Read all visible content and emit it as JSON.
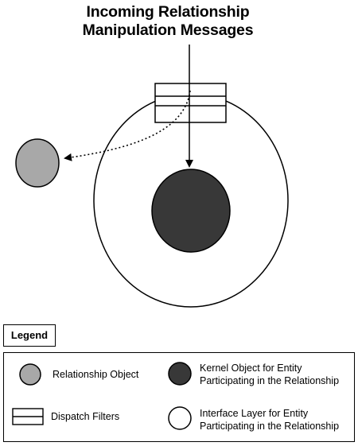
{
  "title": {
    "line1": "Incoming Relationship",
    "line2": "Manipulation Messages"
  },
  "legend": {
    "title": "Legend",
    "items": [
      {
        "icon": "light-gray-circle",
        "label": "Relationship Object"
      },
      {
        "icon": "dark-circle",
        "label_line1": "Kernel Object for Entity",
        "label_line2": "Participating in the Relationship"
      },
      {
        "icon": "dispatch-filter-rectangles",
        "label": "Dispatch Filters"
      },
      {
        "icon": "white-circle",
        "label_line1": "Interface Layer for Entity",
        "label_line2": "Participating in the Relationship"
      }
    ]
  },
  "colors": {
    "relationship_object": "#a8a8a8",
    "kernel_object": "#383838",
    "interface_layer": "#ffffff",
    "stroke": "#000000"
  }
}
